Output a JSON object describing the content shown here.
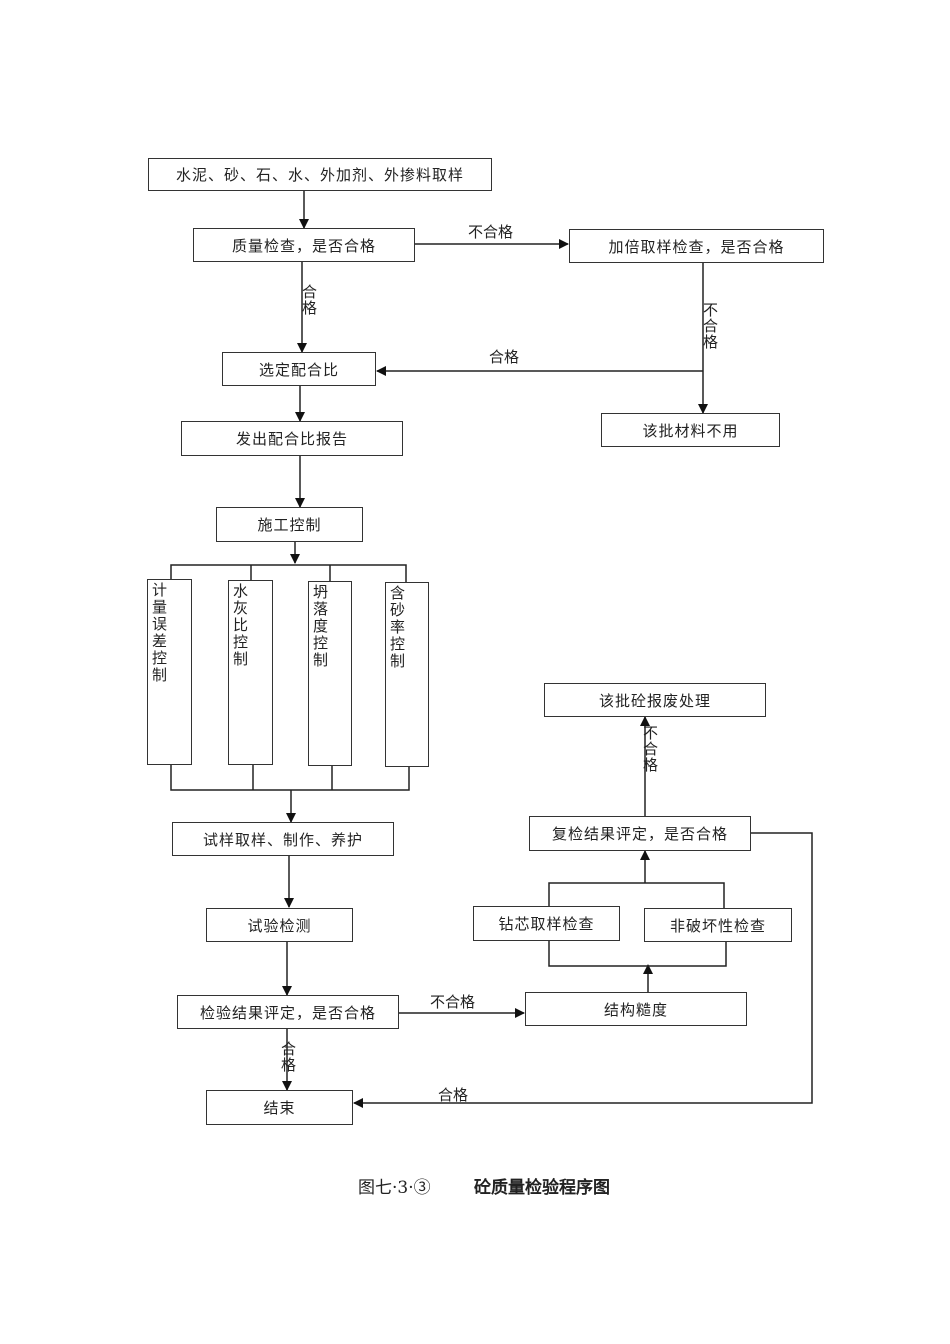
{
  "nodes": {
    "sampling": "水泥、砂、石、水、外加剂、外掺料取样",
    "quality_check": "质量检查，是否合格",
    "double_sampling": "加倍取样检查，是否合格",
    "material_reject": "该批材料不用",
    "select_mix": "选定配合比",
    "mix_report": "发出配合比报告",
    "construction_control": "施工控制",
    "controls": [
      "计量误差控制",
      "水灰比控制",
      "坍落度控制",
      "含砂率控制"
    ],
    "specimen": "试样取样、制作、养护",
    "testing": "试验检测",
    "result_eval": "检验结果评定，是否合格",
    "end": "结束",
    "structural_strength": "结构糙度",
    "core_sampling": "钻芯取样检查",
    "nondestructive": "非破坏性检查",
    "recheck_eval": "复检结果评定，是否合格",
    "concrete_scrap": "该批砼报废处理"
  },
  "edge_labels": {
    "fail_1": "不合格",
    "pass_1": "合格",
    "fail_2": "不合格",
    "pass_2": "合格",
    "fail_3": "不合格",
    "pass_3": "合格",
    "fail_4": "不合格",
    "pass_4": "合格"
  },
  "caption": {
    "number": "图七·3·③",
    "title": "砼质量检验程序图"
  }
}
